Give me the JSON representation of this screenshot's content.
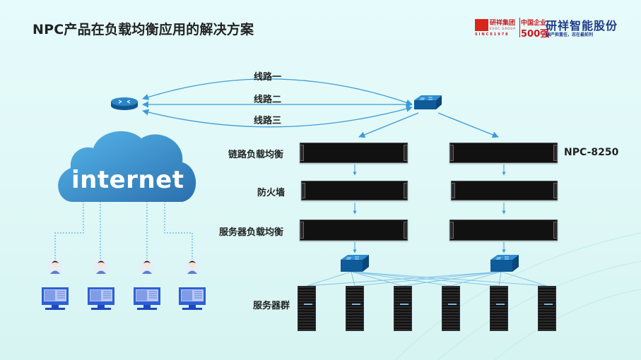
{
  "title": "NPC产品在负载均衡应用的解决方案",
  "brand": {
    "group_name": "研祥集团",
    "group_en": "EVOC GROUP",
    "since": "SINCE1978",
    "rank_line1": "中国企业",
    "rank_line2": "500强",
    "company": "研祥智能股份",
    "slogan": "国产担重任，志在最前列",
    "accent_red": "#c8161d",
    "accent_blue": "#1f3a8a"
  },
  "cloud": {
    "label": "internet",
    "color": "#3a8fcf"
  },
  "routes": [
    {
      "label": "线路一"
    },
    {
      "label": "线路二"
    },
    {
      "label": "线路三"
    }
  ],
  "tiers": {
    "link_lb": "链路负载均衡",
    "firewall": "防火墙",
    "server_lb": "服务器负载均衡",
    "server_farm": "服务器群"
  },
  "model": "NPC-8250",
  "clients": [
    {
      "user": "user-1",
      "pc": "pc-1"
    },
    {
      "user": "user-2",
      "pc": "pc-2"
    },
    {
      "user": "user-3",
      "pc": "pc-3"
    },
    {
      "user": "user-4",
      "pc": "pc-4"
    }
  ],
  "servers": [
    "server-1",
    "server-2",
    "server-3",
    "server-4",
    "server-5",
    "server-6"
  ],
  "colors": {
    "link_line": "#3d9ad8",
    "switch": "#1d6fb0",
    "device": "#111111"
  }
}
